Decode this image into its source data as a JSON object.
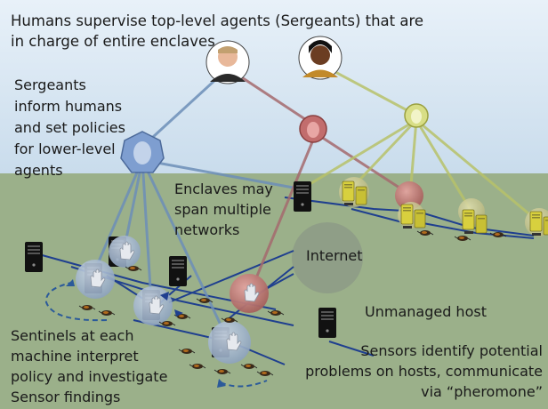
{
  "title_line1": "Humans supervise top-level agents (Sergeants) that are",
  "title_line2": "in charge of entire enclaves",
  "sergeants_label": "Sergeants\ninform humans\nand set policies\nfor lower-level\nagents",
  "enclaves_label": "Enclaves may\nspan  multiple\nnetworks",
  "internet_label": "Internet",
  "unmanaged_label": "Unmanaged host",
  "sentinels_label": "Sentinels at each\nmachine interpret\npolicy and investigate\nSensor findings",
  "sensors_label": "Sensors identify potential\nproblems on hosts, communicate\nvia “pheromone”",
  "colors": {
    "sky": "#d7e7f4",
    "ground": "#9bb08a",
    "blue_enclave": "#5b86b8",
    "red_enclave": "#b8585a",
    "yellow_enclave": "#c6c64e",
    "network_line": "#1f3f8f",
    "internet_cloud": "#8e9c86"
  },
  "icons": [
    "human-supervisor-icon",
    "sergeant-head-icon",
    "sentinel-hand-icon",
    "server-tower-icon",
    "sensor-bug-icon"
  ]
}
